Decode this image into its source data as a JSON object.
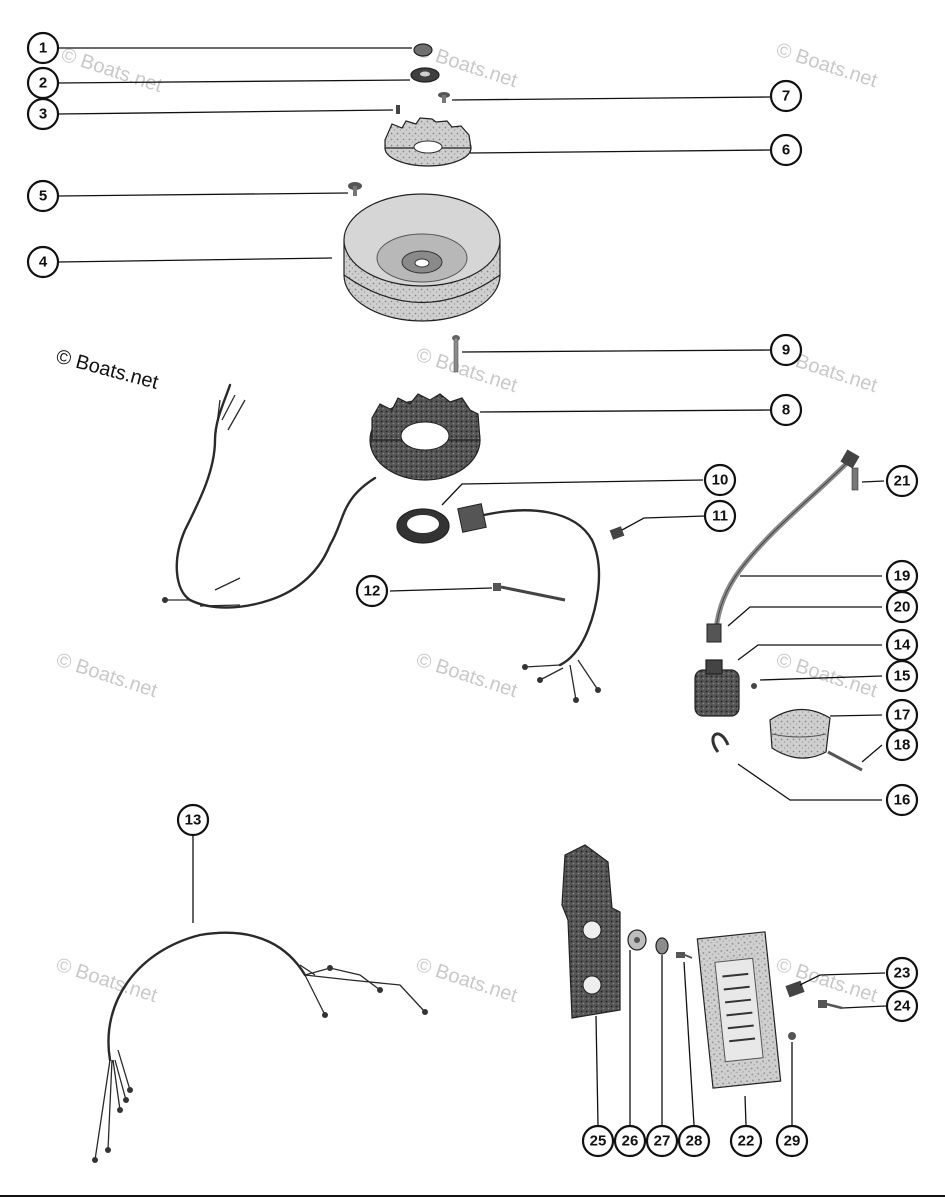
{
  "copyright_label": "© Boats.net",
  "watermark_text": "© Boats.net",
  "callouts": [
    "1",
    "2",
    "3",
    "4",
    "5",
    "6",
    "7",
    "8",
    "9",
    "10",
    "11",
    "12",
    "13",
    "14",
    "15",
    "16",
    "17",
    "18",
    "19",
    "20",
    "21",
    "22",
    "23",
    "24",
    "25",
    "26",
    "27",
    "28",
    "29"
  ],
  "colors": {
    "ink": "#111111",
    "watermark": "#c9c9c9",
    "paper": "#ffffff"
  }
}
